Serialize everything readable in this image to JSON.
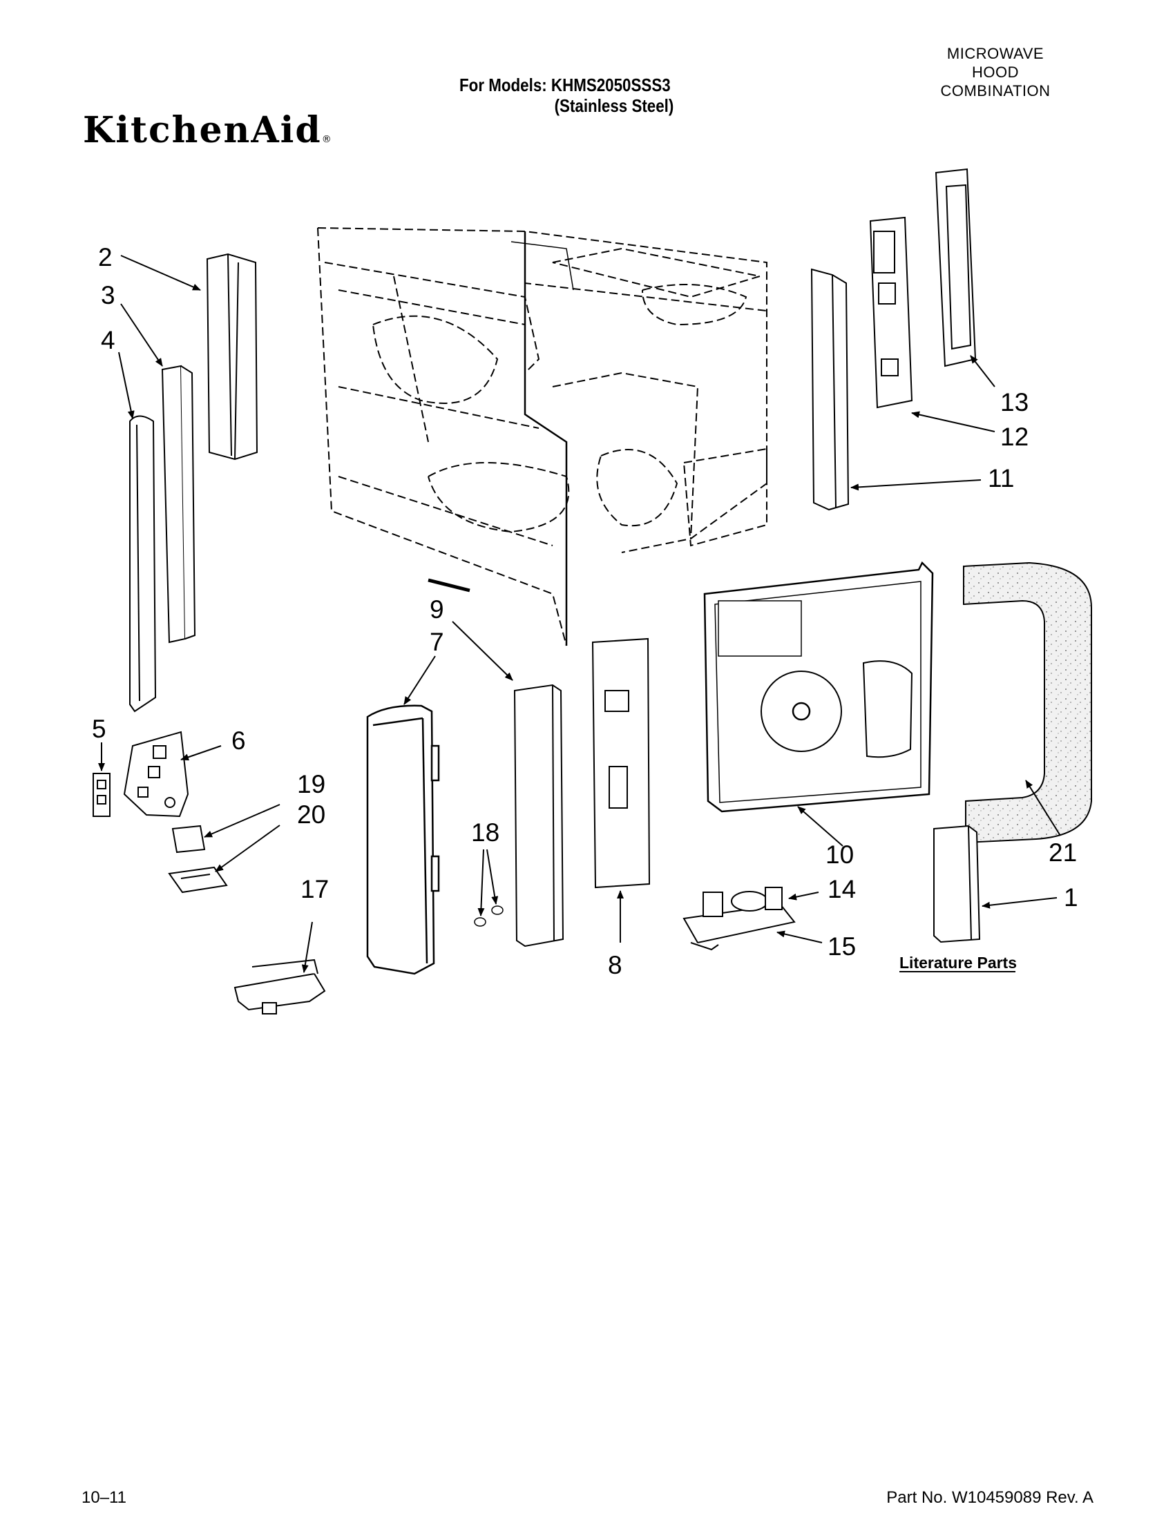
{
  "header": {
    "category_lines": [
      "MICROWAVE",
      "HOOD",
      "COMBINATION"
    ],
    "model_prefix": "For Models: KHMS2050SSS3",
    "model_finish": "(Stainless Steel)",
    "brand": "KitchenAid",
    "brand_mark": "®"
  },
  "diagram": {
    "callouts": [
      "2",
      "3",
      "4",
      "5",
      "6",
      "19",
      "20",
      "17",
      "9",
      "7",
      "18",
      "8",
      "13",
      "12",
      "11",
      "10",
      "21",
      "14",
      "15",
      "1"
    ],
    "literature_label": "Literature Parts"
  },
  "footer": {
    "date_code": "10–11",
    "part_number": "Part No. W10459089 Rev. A"
  },
  "colors": {
    "line": "#000000",
    "paper": "#ffffff",
    "insulation": "#efefef"
  },
  "icons": [
    "kitchenaid-logo"
  ]
}
